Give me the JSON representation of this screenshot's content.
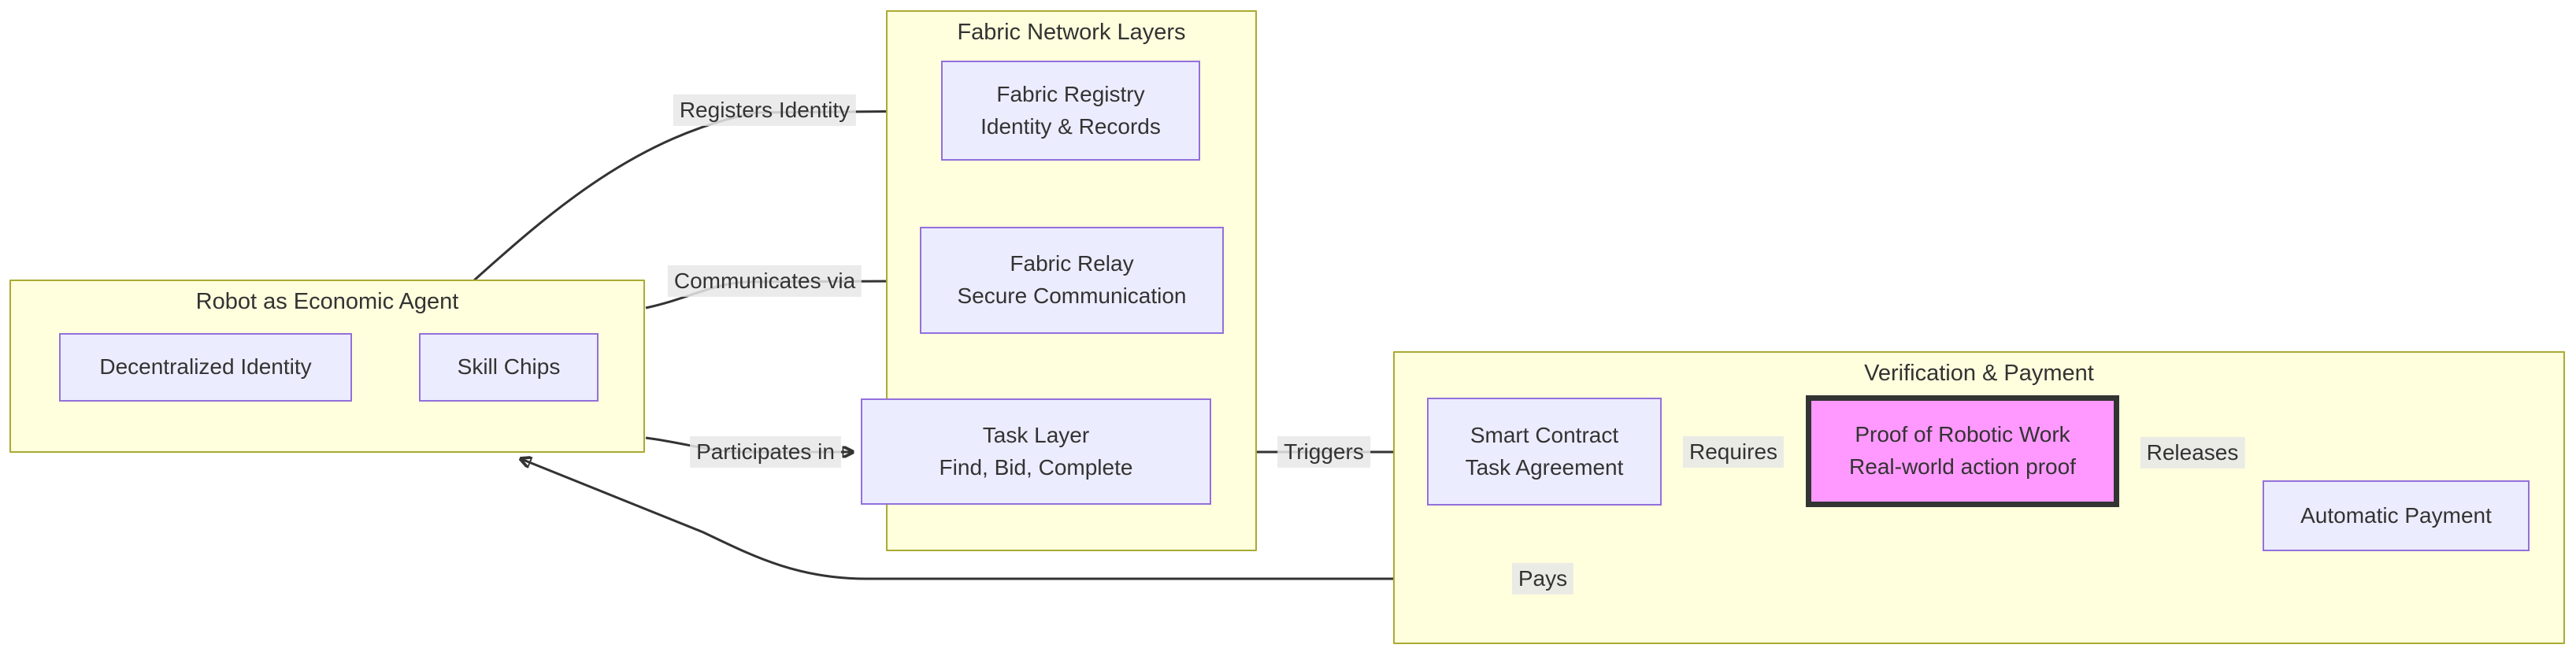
{
  "diagram": {
    "type": "flowchart",
    "subgraphs": [
      {
        "id": "robot",
        "title": "Robot as Economic Agent",
        "nodes": [
          {
            "id": "decentralized-identity",
            "lines": [
              "Decentralized Identity"
            ]
          },
          {
            "id": "skill-chips",
            "lines": [
              "Skill Chips"
            ]
          }
        ]
      },
      {
        "id": "fabric",
        "title": "Fabric Network Layers",
        "nodes": [
          {
            "id": "fabric-registry",
            "lines": [
              "Fabric Registry",
              "Identity & Records"
            ]
          },
          {
            "id": "fabric-relay",
            "lines": [
              "Fabric Relay",
              "Secure Communication"
            ]
          },
          {
            "id": "task-layer",
            "lines": [
              "Task Layer",
              "Find, Bid, Complete"
            ]
          }
        ]
      },
      {
        "id": "verification",
        "title": "Verification & Payment",
        "nodes": [
          {
            "id": "smart-contract",
            "lines": [
              "Smart Contract",
              "Task Agreement"
            ]
          },
          {
            "id": "proof-of-robotic-work",
            "lines": [
              "Proof of Robotic Work",
              "Real-world action proof"
            ],
            "highlighted": true
          },
          {
            "id": "automatic-payment",
            "lines": [
              "Automatic Payment"
            ]
          }
        ]
      }
    ],
    "edges": [
      {
        "label": "Registers Identity",
        "from": "robot",
        "to": "fabric-registry"
      },
      {
        "label": "Communicates via",
        "from": "robot",
        "to": "fabric-relay"
      },
      {
        "label": "Participates in",
        "from": "robot",
        "to": "task-layer"
      },
      {
        "label": "Triggers",
        "from": "task-layer",
        "to": "smart-contract"
      },
      {
        "label": "Requires",
        "from": "smart-contract",
        "to": "proof-of-robotic-work"
      },
      {
        "label": "Releases",
        "from": "proof-of-robotic-work",
        "to": "automatic-payment"
      },
      {
        "label": "Pays",
        "from": "automatic-payment",
        "to": "robot"
      }
    ],
    "colors": {
      "node_fill": "#ECECFF",
      "node_border": "#9370DB",
      "subgraph_fill": "#FFFFDE",
      "subgraph_border": "#AAAA33",
      "highlight_fill": "#FF99FF",
      "highlight_border": "#333333",
      "edge_stroke": "#333333",
      "edge_label_background": "#E8E8E8",
      "text": "#333333"
    }
  }
}
